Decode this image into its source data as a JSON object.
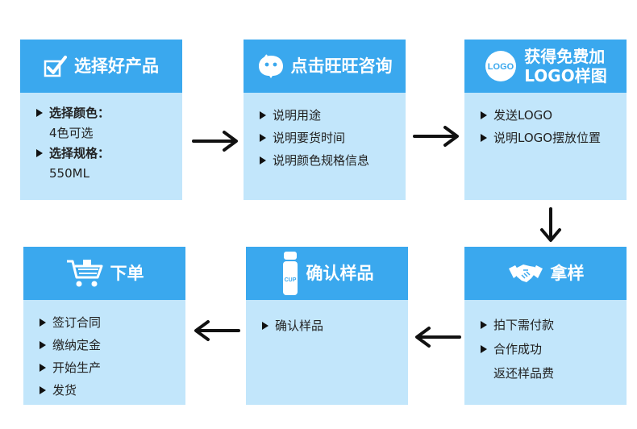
{
  "steps": [
    {
      "title": "选择好产品",
      "icon": "checkbox-icon",
      "lines": [
        [
          "选择颜色：",
          "bold"
        ],
        [
          "4色可选",
          "sub"
        ],
        [
          "选择规格：",
          "bold"
        ],
        [
          "550ML",
          "sub"
        ]
      ]
    },
    {
      "title": "点击旺旺咨询",
      "icon": "wangwang-chat-icon",
      "lines": [
        [
          "说明用途",
          ""
        ],
        [
          "说明要货时间",
          ""
        ],
        [
          "说明颜色规格信息",
          ""
        ]
      ]
    },
    {
      "title_line1": "获得免费加",
      "title_line2": "LOGO样图",
      "icon": "logo-badge-icon",
      "icon_text": "LOGO",
      "lines": [
        [
          "发送LOGO",
          ""
        ],
        [
          "说明LOGO摆放位置",
          ""
        ]
      ]
    },
    {
      "title": "拿样",
      "icon": "handshake-icon",
      "lines": [
        [
          "拍下需付款",
          ""
        ],
        [
          "合作成功",
          ""
        ],
        [
          "返还样品费",
          "sub"
        ]
      ]
    },
    {
      "title": "确认样品",
      "icon": "cup-bottle-icon",
      "icon_text": "CUP",
      "lines": [
        [
          "确认样品",
          ""
        ]
      ]
    },
    {
      "title": "下单",
      "icon": "shopping-cart-icon",
      "lines": [
        [
          "签订合同",
          ""
        ],
        [
          "缴纳定金",
          ""
        ],
        [
          "开始生产",
          ""
        ],
        [
          "发货",
          ""
        ]
      ]
    }
  ],
  "colors": {
    "header": "#3aa8ee",
    "body": "#c2e6fb",
    "arrow": "#111111"
  }
}
